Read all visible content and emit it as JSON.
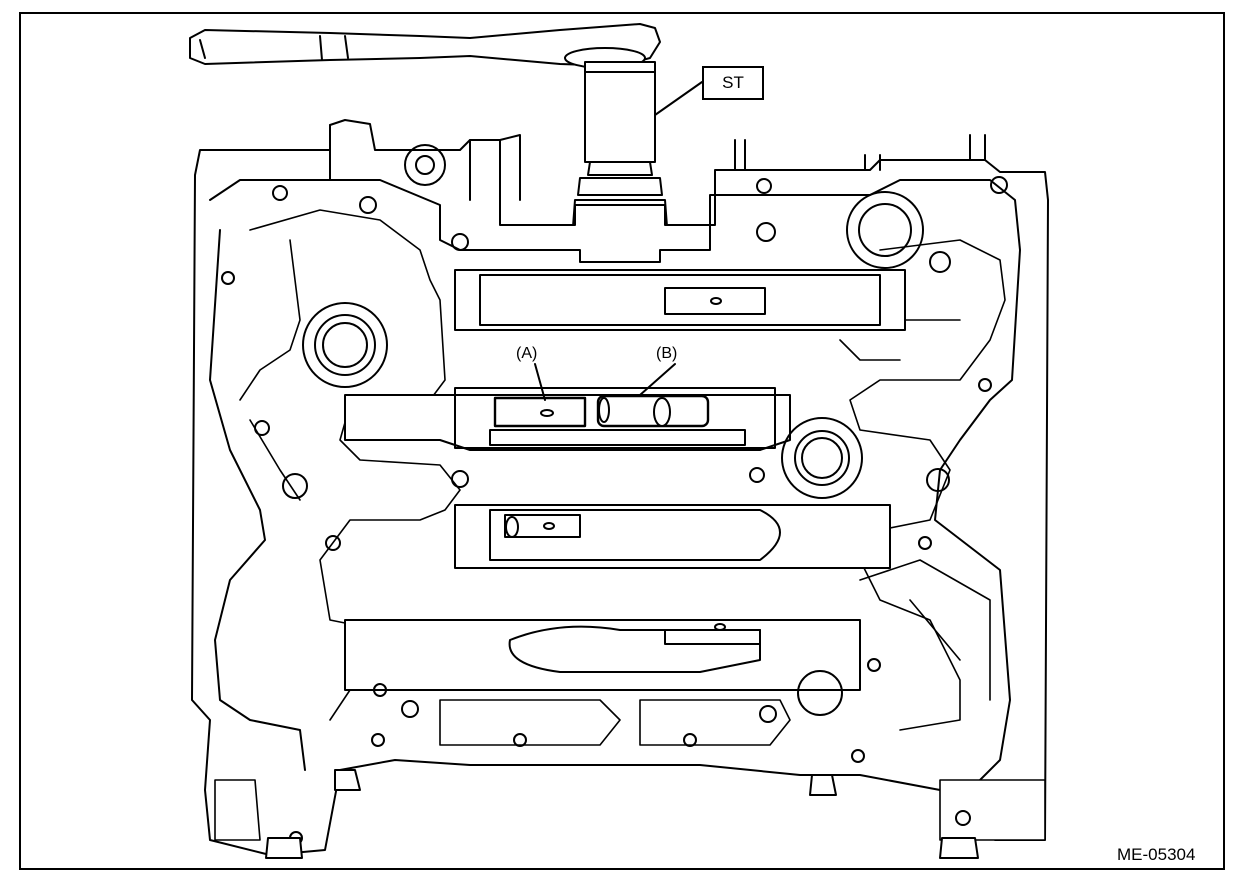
{
  "labels": {
    "special_tool": "ST",
    "callout_a": "(A)",
    "callout_b": "(B)",
    "figure_id": "ME-05304"
  },
  "icons": {
    "ratchet": "ratchet-wrench-icon",
    "socket": "socket-tool-icon"
  },
  "colors": {
    "line": "#000000",
    "fill": "#ffffff"
  }
}
